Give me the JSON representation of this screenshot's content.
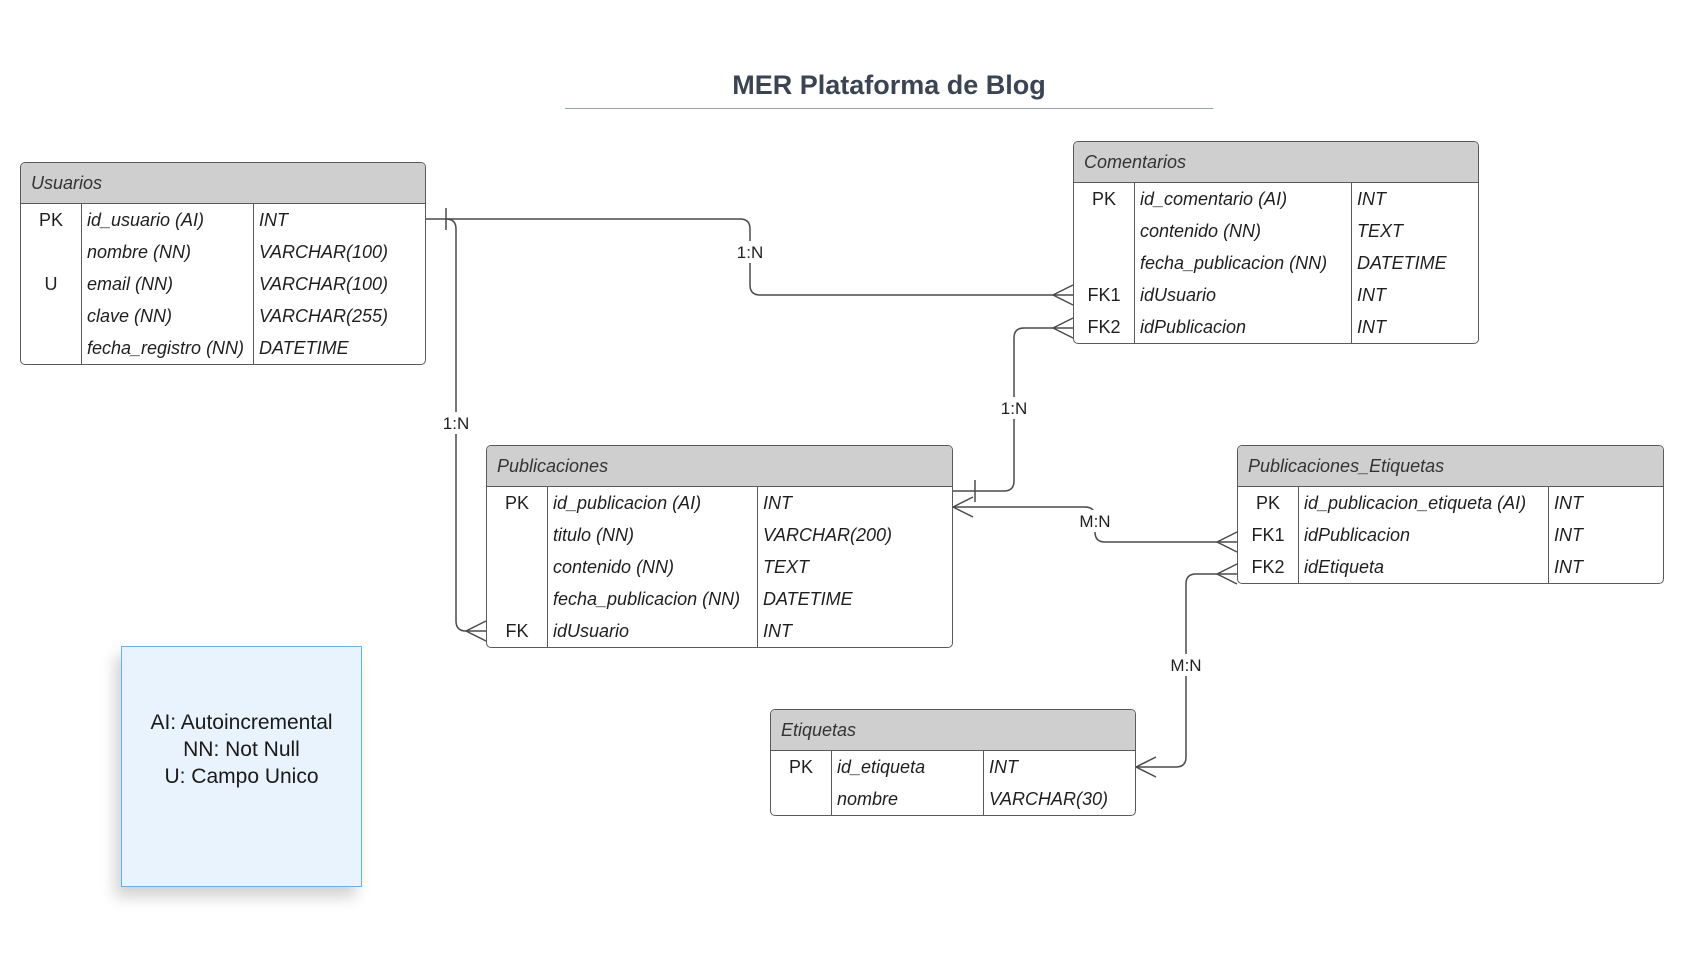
{
  "title": "MER Plataforma de Blog",
  "entities": {
    "usuarios": {
      "name": "Usuarios",
      "rows": [
        {
          "key": "PK",
          "field": "id_usuario (AI)",
          "type": "INT"
        },
        {
          "key": "",
          "field": "nombre (NN)",
          "type": "VARCHAR(100)"
        },
        {
          "key": "U",
          "field": "email (NN)",
          "type": "VARCHAR(100)"
        },
        {
          "key": "",
          "field": "clave (NN)",
          "type": "VARCHAR(255)"
        },
        {
          "key": "",
          "field": "fecha_registro (NN)",
          "type": "DATETIME"
        }
      ]
    },
    "comentarios": {
      "name": "Comentarios",
      "rows": [
        {
          "key": "PK",
          "field": "id_comentario (AI)",
          "type": "INT"
        },
        {
          "key": "",
          "field": "contenido (NN)",
          "type": "TEXT"
        },
        {
          "key": "",
          "field": "fecha_publicacion (NN)",
          "type": "DATETIME"
        },
        {
          "key": "FK1",
          "field": "idUsuario",
          "type": "INT"
        },
        {
          "key": "FK2",
          "field": "idPublicacion",
          "type": "INT"
        }
      ]
    },
    "publicaciones": {
      "name": "Publicaciones",
      "rows": [
        {
          "key": "PK",
          "field": "id_publicacion (AI)",
          "type": "INT"
        },
        {
          "key": "",
          "field": "titulo (NN)",
          "type": "VARCHAR(200)"
        },
        {
          "key": "",
          "field": "contenido (NN)",
          "type": "TEXT"
        },
        {
          "key": "",
          "field": "fecha_publicacion (NN)",
          "type": "DATETIME"
        },
        {
          "key": "FK",
          "field": "idUsuario",
          "type": "INT"
        }
      ]
    },
    "publicaciones_etiquetas": {
      "name": "Publicaciones_Etiquetas",
      "rows": [
        {
          "key": "PK",
          "field": "id_publicacion_etiqueta (AI)",
          "type": "INT"
        },
        {
          "key": "FK1",
          "field": "idPublicacion",
          "type": "INT"
        },
        {
          "key": "FK2",
          "field": "idEtiqueta",
          "type": "INT"
        }
      ]
    },
    "etiquetas": {
      "name": "Etiquetas",
      "rows": [
        {
          "key": "PK",
          "field": "id_etiqueta",
          "type": "INT"
        },
        {
          "key": "",
          "field": "nombre",
          "type": "VARCHAR(30)"
        }
      ]
    }
  },
  "relationships": [
    {
      "id": "usuarios-comentarios",
      "label": "1:N"
    },
    {
      "id": "usuarios-publicaciones",
      "label": "1:N"
    },
    {
      "id": "publicaciones-comentarios",
      "label": "1:N"
    },
    {
      "id": "publicaciones-pubetiquetas",
      "label": "M:N"
    },
    {
      "id": "etiquetas-pubetiquetas",
      "label": "M:N"
    }
  ],
  "legend": {
    "line1": "AI: Autoincremental",
    "line2": "NN: Not Null",
    "line3": "U: Campo Unico"
  }
}
